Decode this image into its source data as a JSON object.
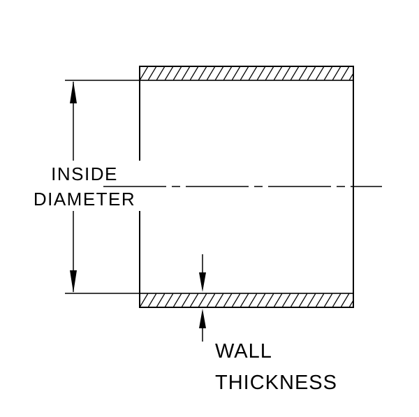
{
  "diagram": {
    "background_color": "#ffffff",
    "line_color": "#000000",
    "labels": {
      "inside_diameter": {
        "line1": "INSIDE",
        "line2": "DIAMETER"
      },
      "wall_thickness": {
        "line1": "WALL",
        "line2": "THICKNESS"
      }
    }
  }
}
